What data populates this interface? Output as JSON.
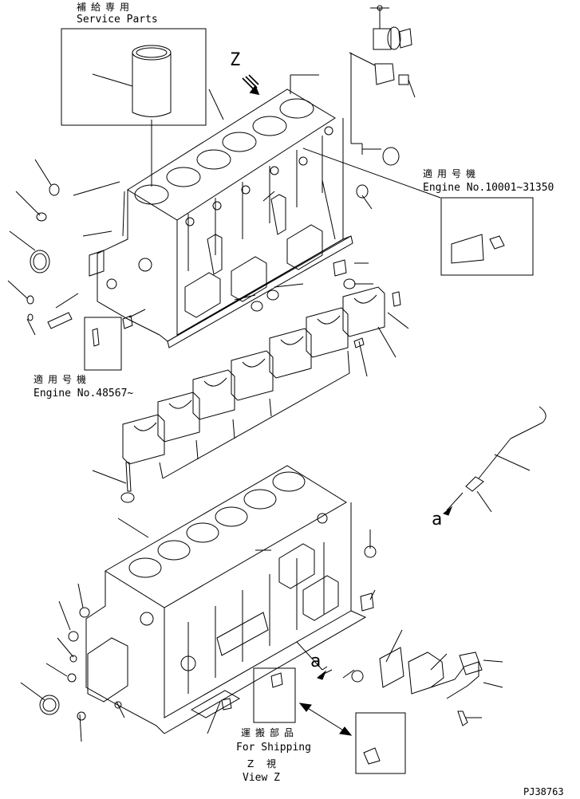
{
  "service_parts": {
    "jp": "補給専用",
    "en": "Service Parts"
  },
  "view_marker": "Z",
  "serial_1": {
    "jp": "適用号機",
    "en": "Engine No.10001~31350"
  },
  "serial_2": {
    "jp": "適用号機",
    "en": "Engine No.48567~"
  },
  "view_ref_1": "a",
  "view_ref_2": "a",
  "shipping": {
    "jp": "運搬部品",
    "en": "For Shipping"
  },
  "view_z": {
    "jp": "Z 視",
    "en": "View Z"
  },
  "figure_id": "PJ38763"
}
